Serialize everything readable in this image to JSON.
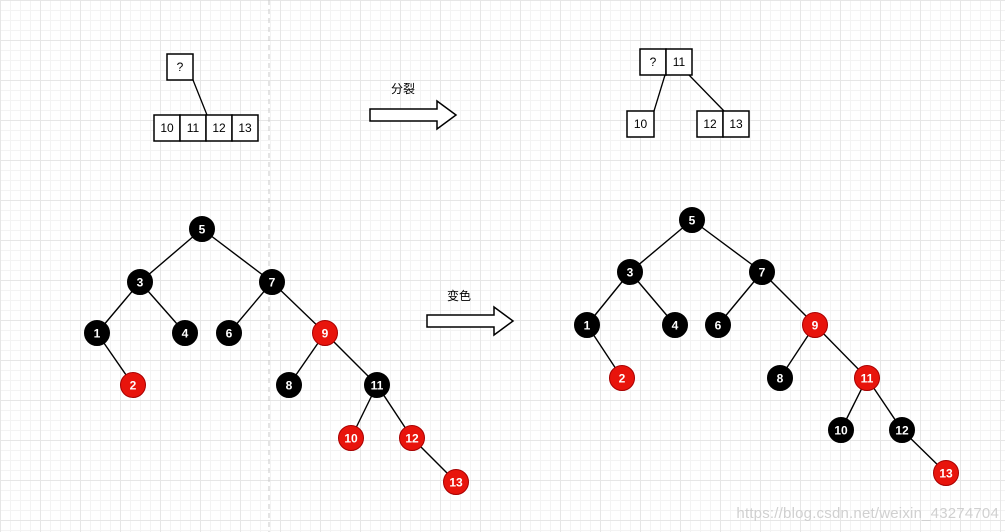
{
  "labels": {
    "split": "分裂",
    "recolor": "变色"
  },
  "colors": {
    "black_node": "#000000",
    "red_node": "#e8140c",
    "red_stroke": "#a80000",
    "line": "#000000",
    "divider": "#c8c8c8"
  },
  "btree_before": {
    "parent": [
      "?"
    ],
    "child": [
      "10",
      "11",
      "12",
      "13"
    ]
  },
  "btree_after": {
    "parent": [
      "?",
      "11"
    ],
    "left": [
      "10"
    ],
    "right": [
      "12",
      "13"
    ]
  },
  "tree_before": {
    "nodes": [
      {
        "key": "5",
        "color": "black"
      },
      {
        "key": "3",
        "color": "black"
      },
      {
        "key": "7",
        "color": "black"
      },
      {
        "key": "1",
        "color": "black"
      },
      {
        "key": "4",
        "color": "black"
      },
      {
        "key": "6",
        "color": "black"
      },
      {
        "key": "9",
        "color": "red"
      },
      {
        "key": "2",
        "color": "red"
      },
      {
        "key": "8",
        "color": "black"
      },
      {
        "key": "11",
        "color": "black"
      },
      {
        "key": "10",
        "color": "red"
      },
      {
        "key": "12",
        "color": "red"
      },
      {
        "key": "13",
        "color": "red"
      }
    ]
  },
  "tree_after": {
    "nodes": [
      {
        "key": "5",
        "color": "black"
      },
      {
        "key": "3",
        "color": "black"
      },
      {
        "key": "7",
        "color": "black"
      },
      {
        "key": "1",
        "color": "black"
      },
      {
        "key": "4",
        "color": "black"
      },
      {
        "key": "6",
        "color": "black"
      },
      {
        "key": "9",
        "color": "red"
      },
      {
        "key": "2",
        "color": "red"
      },
      {
        "key": "8",
        "color": "black"
      },
      {
        "key": "11",
        "color": "red"
      },
      {
        "key": "10",
        "color": "black"
      },
      {
        "key": "12",
        "color": "black"
      },
      {
        "key": "13",
        "color": "red"
      }
    ]
  },
  "watermark": "https://blog.csdn.net/weixin_43274704"
}
